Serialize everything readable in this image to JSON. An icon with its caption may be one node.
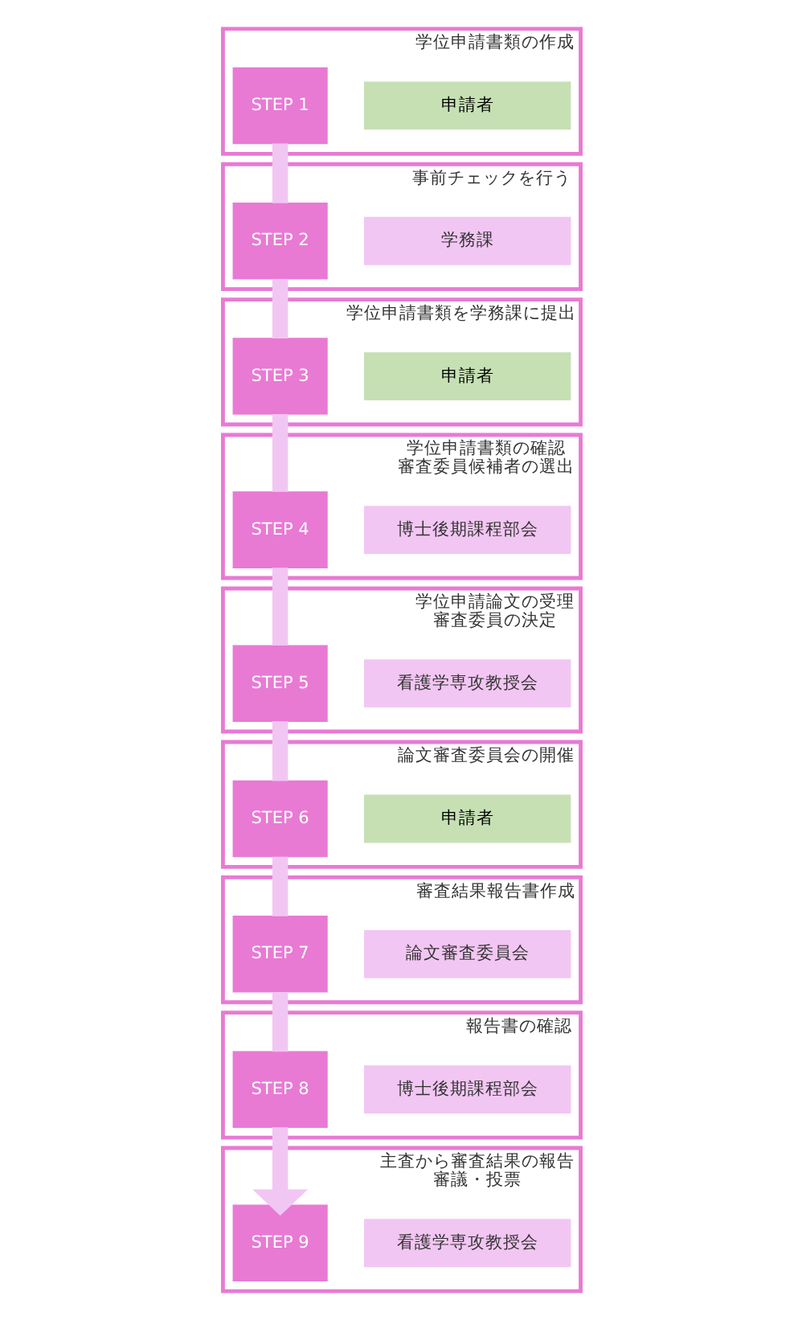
{
  "diagram": {
    "nodes": [
      {
        "text": [
          "学位申請書類の作成"
        ]
      },
      {
        "text": [
          "STEP 1"
        ],
        "in": 0
      },
      {
        "text": [
          "申請者"
        ],
        "in": 0
      },
      {
        "text": [
          "事前チェックを行う"
        ]
      },
      {
        "text": [
          "STEP 2"
        ],
        "in": 3
      },
      {
        "text": [
          "学務課"
        ],
        "in": 3
      },
      {
        "text": [
          "学位申請書類を学務課に提出"
        ]
      },
      {
        "text": [
          "STEP 3"
        ],
        "in": 6
      },
      {
        "text": [
          "申請者"
        ],
        "in": 6
      },
      {
        "text": [
          "学位申請書類の確認",
          "審査委員候補者の選出"
        ]
      },
      {
        "text": [
          "STEP 4"
        ],
        "in": 9
      },
      {
        "text": [
          "博士後期課程部会"
        ],
        "in": 9
      },
      {
        "text": [
          "学位申請論文の受理",
          "審査委員の決定"
        ]
      },
      {
        "text": [
          "STEP 5"
        ],
        "in": 12
      },
      {
        "text": [
          "看護学専攻教授会"
        ],
        "in": 12
      },
      {
        "text": [
          "論文審査委員会の開催"
        ]
      },
      {
        "text": [
          "STEP 6"
        ],
        "in": 15
      },
      {
        "text": [
          "申請者"
        ],
        "in": 15
      },
      {
        "text": [
          "審査結果報告書作成"
        ]
      },
      {
        "text": [
          "STEP 7"
        ],
        "in": 18
      },
      {
        "text": [
          "論文審査委員会"
        ],
        "in": 18
      },
      {
        "text": [
          "報告書の確認"
        ]
      },
      {
        "text": [
          "STEP 8"
        ],
        "in": 21
      },
      {
        "text": [
          "博士後期課程部会"
        ],
        "in": 21
      },
      {
        "text": [
          "主査から審査結果の報告",
          "審議・投票"
        ]
      },
      {
        "text": [
          "STEP 9"
        ],
        "in": 24
      },
      {
        "text": [
          "看護学専攻教授会"
        ],
        "in": 24
      }
    ],
    "edges": [
      {
        "from": 1,
        "to": 4,
        "arrow": "none"
      },
      {
        "from": 4,
        "to": 7,
        "arrow": "none"
      },
      {
        "from": 7,
        "to": 10,
        "arrow": "none"
      },
      {
        "from": 10,
        "to": 13,
        "arrow": "none"
      },
      {
        "from": 13,
        "to": 16,
        "arrow": "none"
      },
      {
        "from": 16,
        "to": 19,
        "arrow": "none"
      },
      {
        "from": 19,
        "to": 22,
        "arrow": "none"
      },
      {
        "from": 22,
        "to": 25,
        "arrow": "to"
      }
    ]
  }
}
